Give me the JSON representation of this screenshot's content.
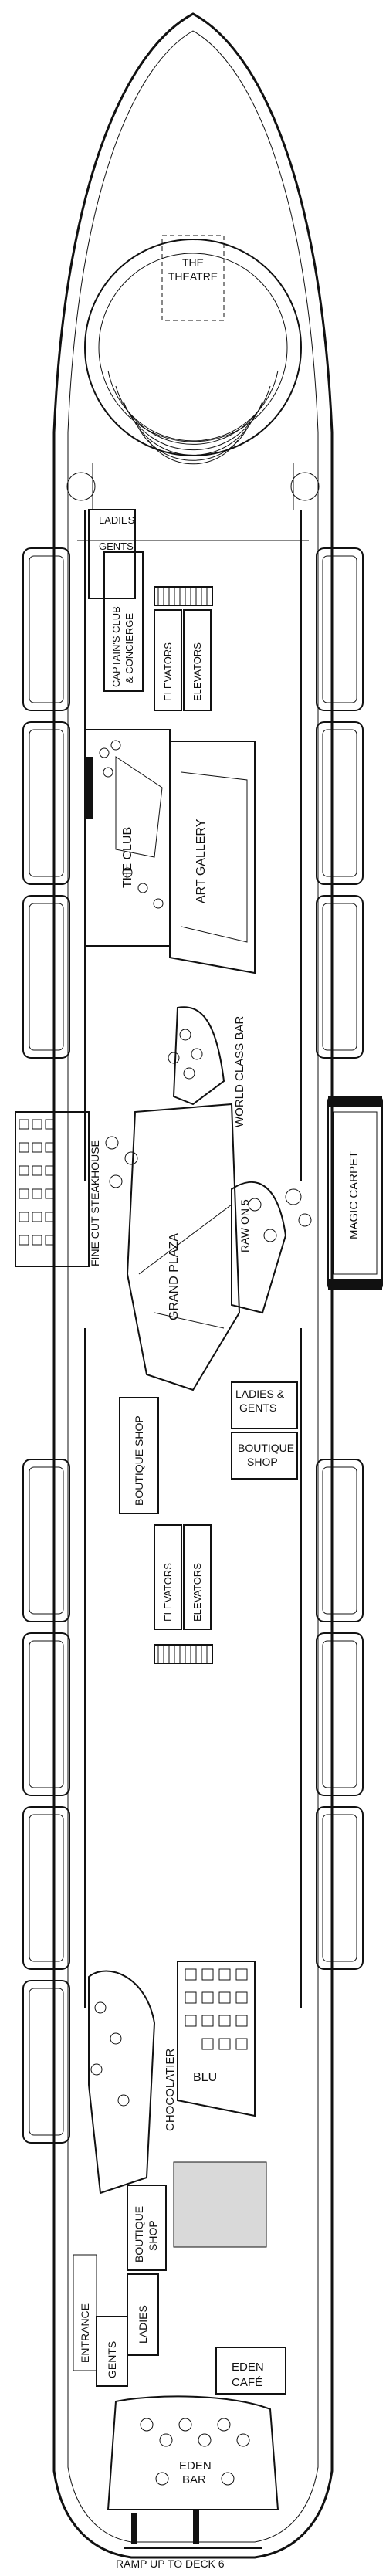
{
  "labels": {
    "theatre": [
      "THE",
      "THEATRE"
    ],
    "ladies_fwd": "LADIES",
    "gents_fwd": "GENTS",
    "captains_club": [
      "CAPTAIN'S CLUB",
      "& CONCIERGE"
    ],
    "elevators_fwd_1": "ELEVATORS",
    "elevators_fwd_2": "ELEVATORS",
    "the_club": "THE CLUB",
    "art_gallery": "ART GALLERY",
    "world_class_bar": "WORLD CLASS BAR",
    "fine_cut": "FINE CUT STEAKHOUSE",
    "grand_plaza": "GRAND PLAZA",
    "raw_on_5": "RAW ON 5",
    "magic_carpet": "MAGIC CARPET",
    "boutique_shop_1": "BOUTIQUE SHOP",
    "ladies_gents_mid": [
      "LADIES &",
      "GENTS"
    ],
    "boutique_shop_2": [
      "BOUTIQUE",
      "SHOP"
    ],
    "elevators_aft_1": "ELEVATORS",
    "elevators_aft_2": "ELEVATORS",
    "chocolatier": "CHOCOLATIER",
    "blu": "BLU",
    "boutique_shop_3": [
      "BOUTIQUE",
      "SHOP"
    ],
    "ladies_aft": "LADIES",
    "gents_aft": "GENTS",
    "entrance": "ENTRANCE",
    "eden_cafe": [
      "EDEN",
      "CAFÉ"
    ],
    "eden_bar": [
      "EDEN",
      "BAR"
    ],
    "ramp": "RAMP UP TO DECK 6"
  }
}
